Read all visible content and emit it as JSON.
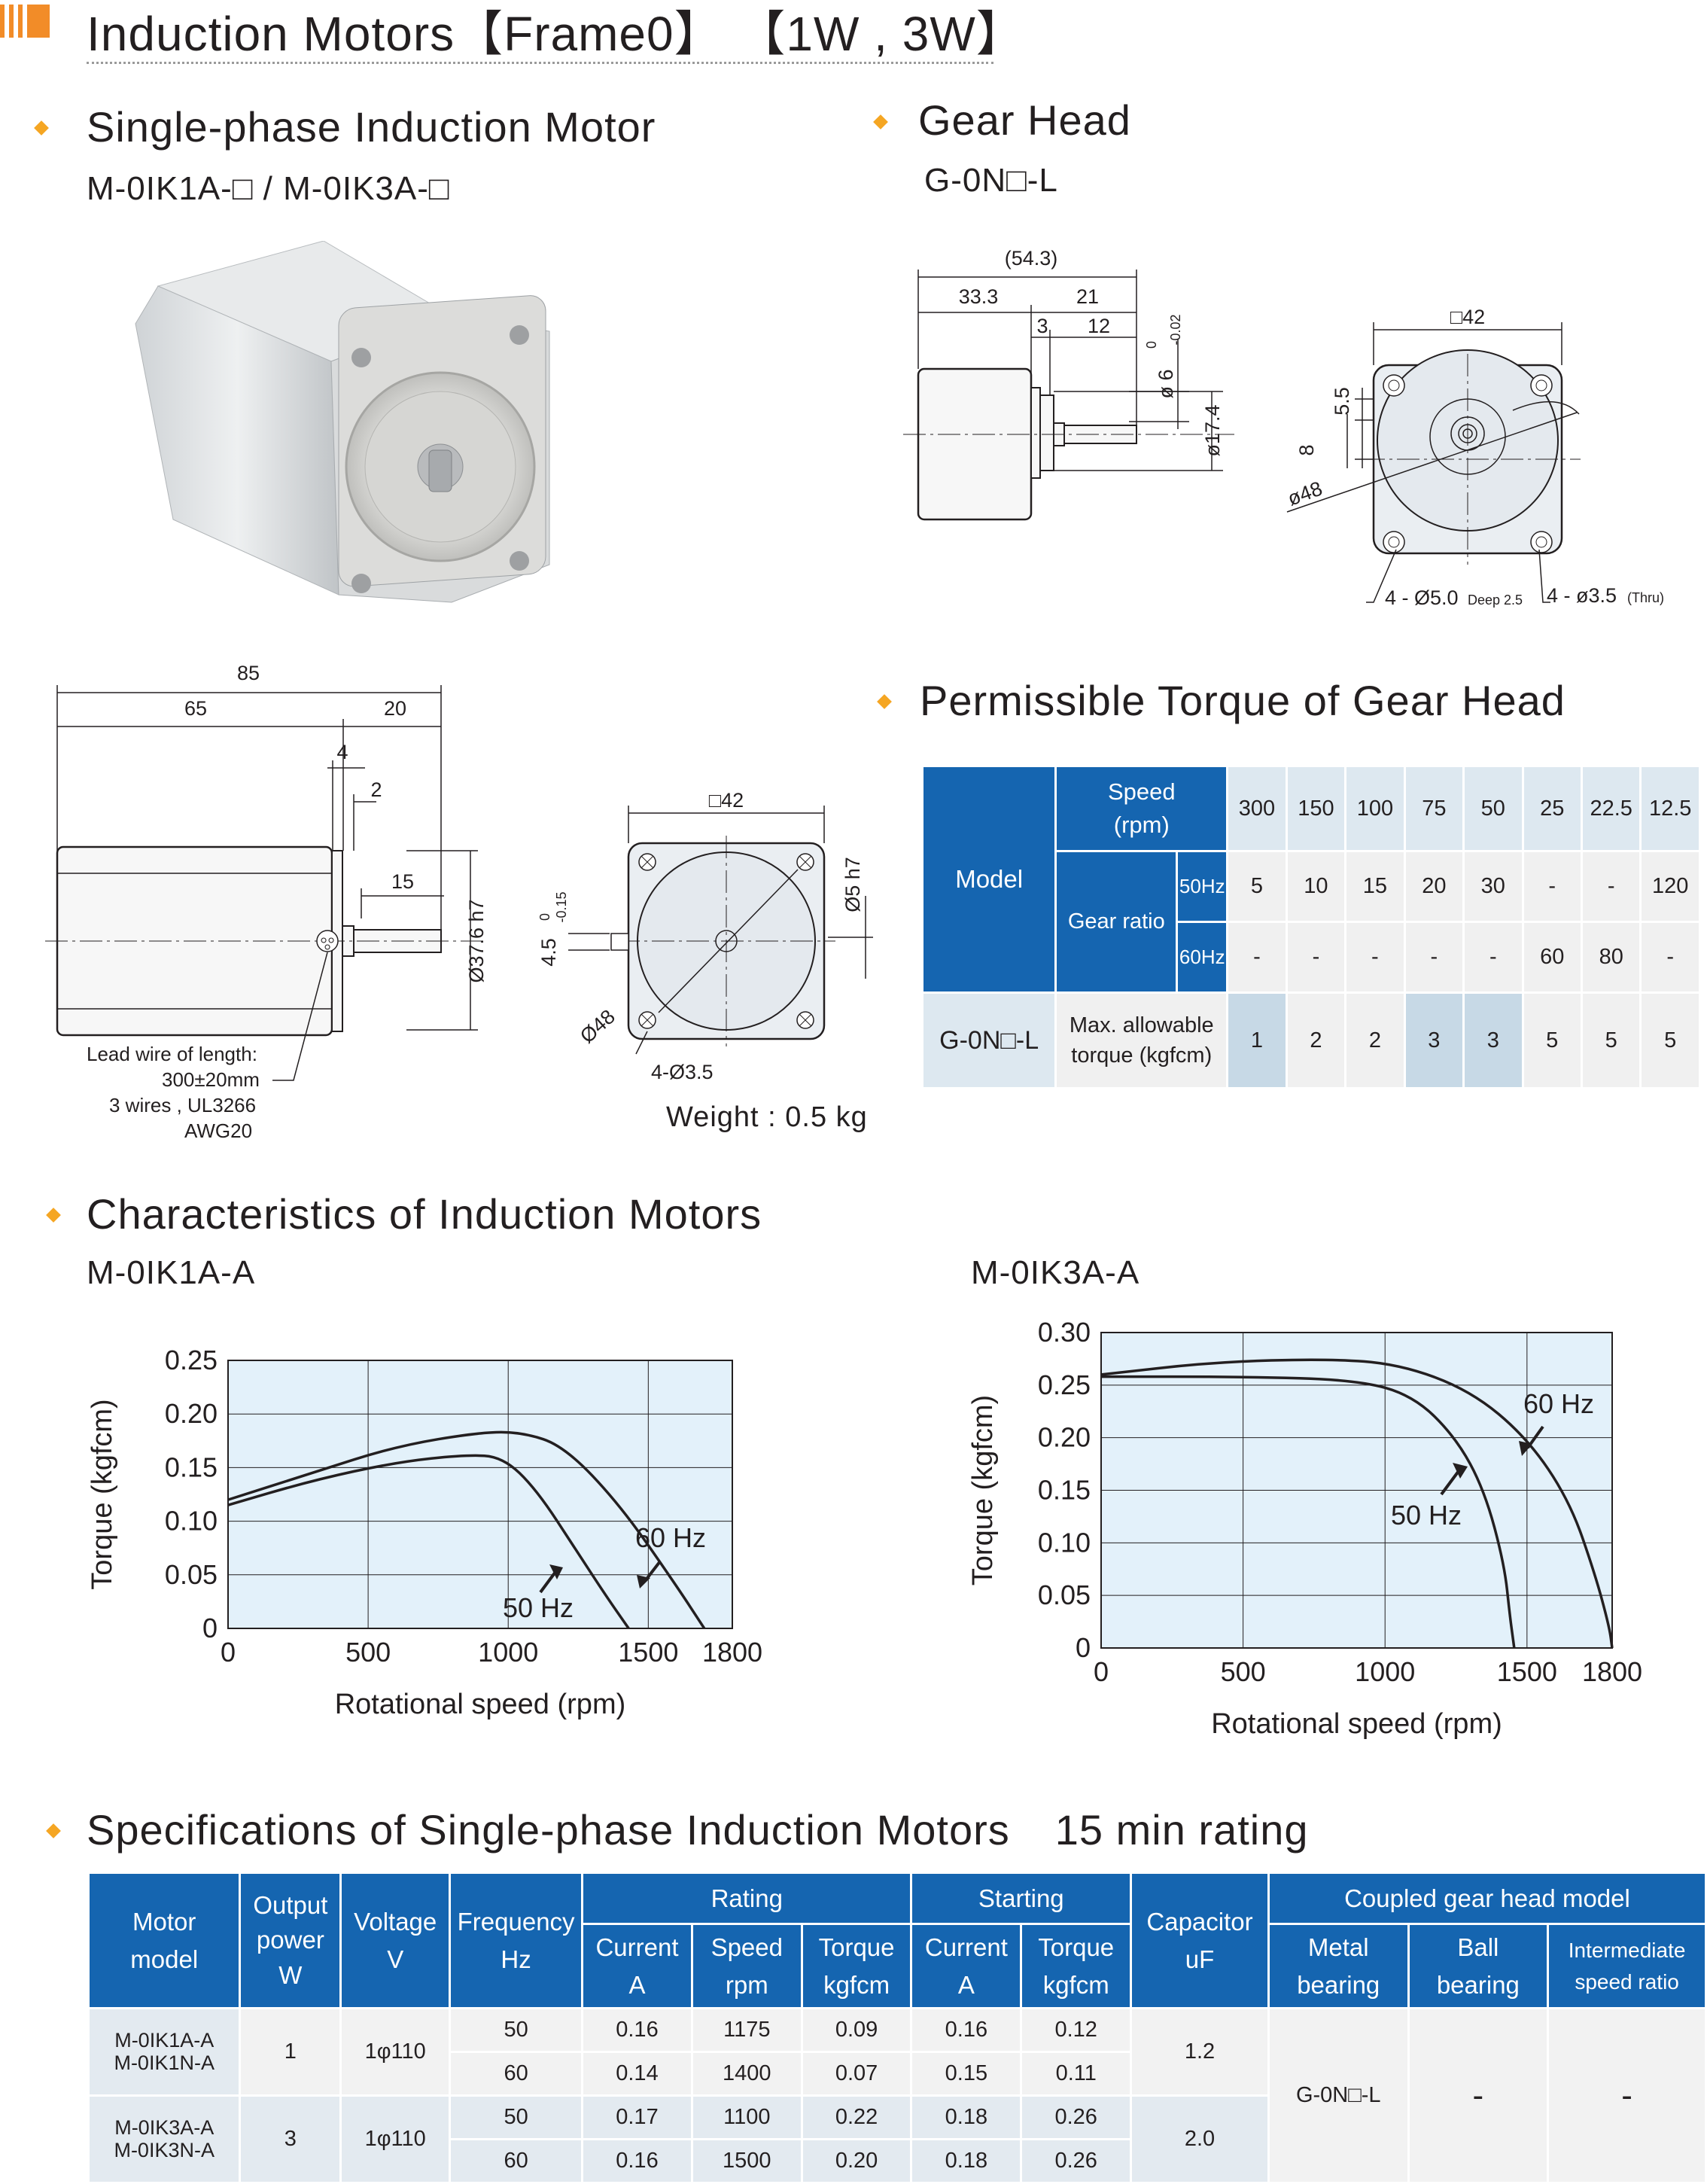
{
  "header": {
    "title": "Induction Motors【Frame0】 【1W , 3W】"
  },
  "motor_section": {
    "title": "Single-phase Induction Motor",
    "models": "M-0IK1A-□  /  M-0IK3A-□",
    "lead_wire_1": "Lead wire of length:",
    "lead_wire_2": "300±20mm",
    "lead_wire_3": "3 wires , UL3266",
    "lead_wire_4": "AWG20",
    "weight": "Weight : 0.5 kg",
    "dims": {
      "d85": "85",
      "d65": "65",
      "d20": "20",
      "d4": "4",
      "d2": "2",
      "d15": "15",
      "d376": "Ø37.6 h7",
      "sq42": "□42",
      "d5h7": "Ø5 h7",
      "d45": "4.5",
      "tol0": "0",
      "tol15": "-0.15",
      "d48": "Ø48",
      "holes": "4-Ø3.5"
    }
  },
  "gear_section": {
    "title": "Gear Head",
    "model": "G-0N□-L",
    "dims": {
      "d543": "(54.3)",
      "d333": "33.3",
      "d21": "21",
      "d3": "3",
      "d12": "12",
      "d6": "ø 6",
      "d6tol": "0",
      "d6tol2": "-0.02",
      "d174": "ø17.4",
      "sq42": "□42",
      "d55": "5.5",
      "d8": "8",
      "d48": "ø48",
      "h1": "4 - Ø5.0",
      "h1s": "Deep 2.5",
      "h2": "4 - ø3.5",
      "h2s": "(Thru)"
    }
  },
  "torque_section": {
    "title": "Permissible Torque of Gear Head",
    "model_label": "Model",
    "speed_label": "Speed",
    "speed_unit": "(rpm)",
    "gear_ratio_label": "Gear ratio",
    "hz50": "50Hz",
    "hz60": "60Hz",
    "row_model": "G-0N□-L",
    "max_torque_1": "Max. allowable",
    "max_torque_2": "torque (kgfcm)",
    "speeds": [
      "300",
      "150",
      "100",
      "75",
      "50",
      "25",
      "22.5",
      "12.5"
    ],
    "ratio_50": [
      "5",
      "10",
      "15",
      "20",
      "30",
      "-",
      "-",
      "120"
    ],
    "ratio_60": [
      "-",
      "-",
      "-",
      "-",
      "-",
      "60",
      "80",
      "-"
    ],
    "torques": [
      "1",
      "2",
      "2",
      "3",
      "3",
      "5",
      "5",
      "5"
    ]
  },
  "characteristics": {
    "title": "Characteristics of Induction Motors"
  },
  "chart_data": [
    {
      "type": "line",
      "title": "M-0IK1A-A",
      "xlabel": "Rotational speed (rpm)",
      "ylabel": "Torque  (kgfcm)",
      "xlim": [
        0,
        1800
      ],
      "ylim": [
        0,
        0.25
      ],
      "xticks": [
        "0",
        "500",
        "1000",
        "1500",
        "1800"
      ],
      "yticks": [
        "0",
        "0.05",
        "0.10",
        "0.15",
        "0.20",
        "0.25"
      ],
      "grid": true,
      "series": [
        {
          "name": "50 Hz",
          "x": [
            0,
            300,
            600,
            850,
            980,
            1100,
            1250,
            1350,
            1430
          ],
          "y": [
            0.115,
            0.138,
            0.155,
            0.162,
            0.16,
            0.13,
            0.07,
            0.03,
            0
          ]
        },
        {
          "name": "60 Hz",
          "x": [
            0,
            300,
            600,
            900,
            1050,
            1200,
            1400,
            1600,
            1700
          ],
          "y": [
            0.12,
            0.145,
            0.17,
            0.183,
            0.183,
            0.17,
            0.115,
            0.04,
            0
          ]
        }
      ]
    },
    {
      "type": "line",
      "title": "M-0IK3A-A",
      "xlabel": "Rotational speed (rpm)",
      "ylabel": "Torque  (kgfcm)",
      "xlim": [
        0,
        1800
      ],
      "ylim": [
        0,
        0.3
      ],
      "xticks": [
        "0",
        "500",
        "1000",
        "1500",
        "1800"
      ],
      "yticks": [
        "0",
        "0.05",
        "0.10",
        "0.15",
        "0.20",
        "0.25",
        "0.30"
      ],
      "grid": true,
      "series": [
        {
          "name": "50 Hz",
          "x": [
            0,
            500,
            900,
            1100,
            1250,
            1350,
            1420,
            1440,
            1450,
            1455
          ],
          "y": [
            0.258,
            0.258,
            0.255,
            0.24,
            0.2,
            0.15,
            0.08,
            0.03,
            0.01,
            0
          ]
        },
        {
          "name": "60 Hz",
          "x": [
            0,
            400,
            800,
            1050,
            1300,
            1500,
            1650,
            1740,
            1790,
            1800
          ],
          "y": [
            0.26,
            0.272,
            0.275,
            0.27,
            0.245,
            0.2,
            0.14,
            0.07,
            0.02,
            0
          ]
        }
      ]
    }
  ],
  "spec_section": {
    "title": "Specifications of Single-phase Induction Motors",
    "rating": "15 min rating",
    "headers": {
      "motor_model_1": "Motor",
      "motor_model_2": "model",
      "output_1": "Output",
      "output_2": "power",
      "output_3": "W",
      "voltage_1": "Voltage",
      "voltage_2": "V",
      "freq_1": "Frequency",
      "freq_2": "Hz",
      "rating": "Rating",
      "starting": "Starting",
      "cap_1": "Capacitor",
      "cap_2": "uF",
      "gear_model": "Coupled gear head model",
      "cur_1": "Current",
      "cur_2": "A",
      "spd_1": "Speed",
      "spd_2": "rpm",
      "trq_1": "Torque",
      "trq_2": "kgfcm",
      "scur_1": "Current",
      "scur_2": "A",
      "strq_1": "Torque",
      "strq_2": "kgfcm",
      "metal_1": "Metal",
      "metal_2": "bearing",
      "ball_1": "Ball",
      "ball_2": "bearing",
      "inter_1": "Intermediate",
      "inter_2": "speed ratio"
    },
    "rows": [
      {
        "model_1": "M-0IK1A-A",
        "model_2": "M-0IK1N-A",
        "power": "1",
        "voltage": "1φ110",
        "capacitor": "1.2",
        "sub": [
          {
            "freq": "50",
            "cur": "0.16",
            "spd": "1175",
            "trq": "0.09",
            "scur": "0.16",
            "strq": "0.12"
          },
          {
            "freq": "60",
            "cur": "0.14",
            "spd": "1400",
            "trq": "0.07",
            "scur": "0.15",
            "strq": "0.11"
          }
        ]
      },
      {
        "model_1": "M-0IK3A-A",
        "model_2": "M-0IK3N-A",
        "power": "3",
        "voltage": "1φ110",
        "capacitor": "2.0",
        "sub": [
          {
            "freq": "50",
            "cur": "0.17",
            "spd": "1100",
            "trq": "0.22",
            "scur": "0.18",
            "strq": "0.26"
          },
          {
            "freq": "60",
            "cur": "0.16",
            "spd": "1500",
            "trq": "0.20",
            "scur": "0.18",
            "strq": "0.26"
          }
        ]
      }
    ],
    "gear_model": "G-0N□-L",
    "ball": "-",
    "inter": "-"
  }
}
